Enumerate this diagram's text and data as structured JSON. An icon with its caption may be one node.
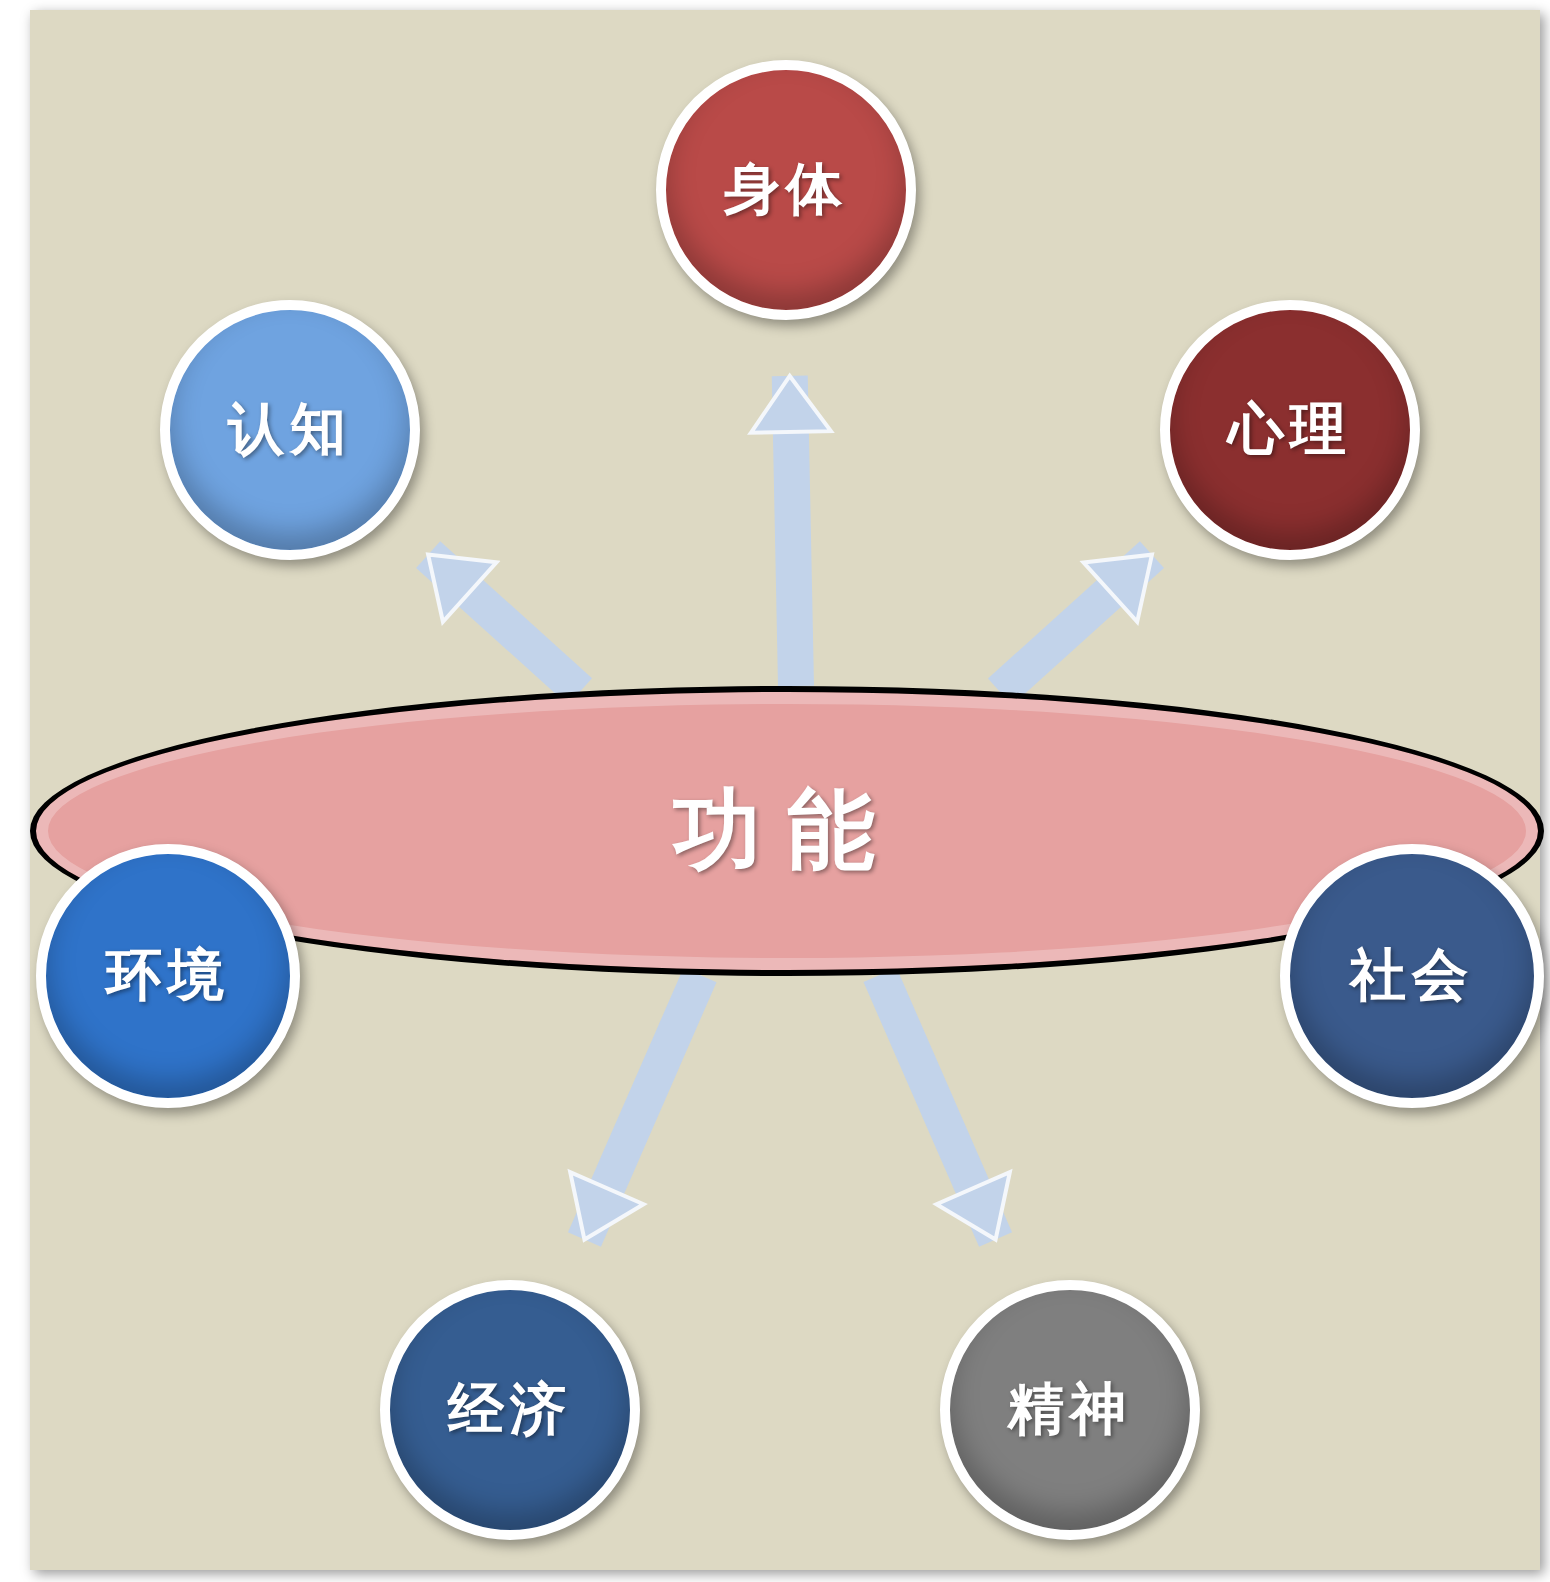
{
  "diagram": {
    "nodes": [
      {
        "text": [
          "功能"
        ]
      },
      {
        "text": [
          "身体"
        ]
      },
      {
        "text": [
          "认知"
        ]
      },
      {
        "text": [
          "心理"
        ]
      },
      {
        "text": [
          "环境"
        ]
      },
      {
        "text": [
          "社会"
        ]
      },
      {
        "text": [
          "经济"
        ]
      },
      {
        "text": [
          "精神"
        ]
      }
    ],
    "edges": [
      {
        "from": 0,
        "to": 1,
        "arrow": "to"
      },
      {
        "from": 0,
        "to": 2,
        "arrow": "to"
      },
      {
        "from": 0,
        "to": 3,
        "arrow": "to"
      },
      {
        "from": 0,
        "to": 6,
        "arrow": "to"
      },
      {
        "from": 0,
        "to": 7,
        "arrow": "to"
      }
    ]
  }
}
